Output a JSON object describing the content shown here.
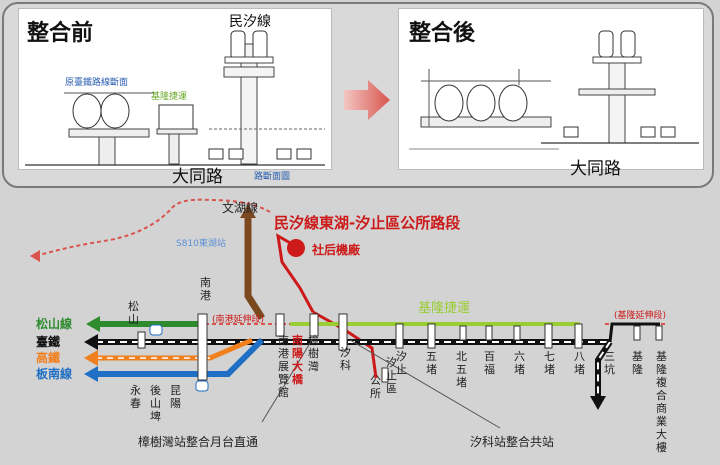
{
  "before": {
    "title": "整合前",
    "top_line_label": "民汐線",
    "left_section_label": "原臺鐵路線斷面",
    "keelung_label": "基隆捷運",
    "road_label": "大同路",
    "road_section_label": "路斷面圖"
  },
  "after": {
    "title": "整合後",
    "road_label": "大同路"
  },
  "colors": {
    "minxi": "#cc1a1a",
    "keelung": "#9acd32",
    "songshan": "#2e8b2e",
    "tra": "#111111",
    "hsr": "#f07f1e",
    "bannan": "#1f6fc4",
    "wenhu": "#7a4a1e",
    "arrow": "#d9544d"
  },
  "map": {
    "title": "民汐線東湖-汐止區公所路段",
    "wenhu_label": "文湖線",
    "depot_label": "社后機廠",
    "s810_label": "S810東湖站",
    "keelung_mrt_label": "基隆捷運",
    "nangang_ext_label": "(南港延伸段)",
    "keelung_ext_label": "(基隆延伸段)",
    "legend": [
      {
        "label": "松山線",
        "color_key": "songshan"
      },
      {
        "label": "臺鐵",
        "color_key": "tra"
      },
      {
        "label": "高鐵",
        "color_key": "hsr"
      },
      {
        "label": "板南線",
        "color_key": "bannan"
      }
    ],
    "stations_top": [
      {
        "label": "松山"
      },
      {
        "label": "南港"
      }
    ],
    "stations_bottom": [
      {
        "label": "永春"
      },
      {
        "label": "後山埤"
      },
      {
        "label": "昆陽"
      },
      {
        "label": "南港展覽館"
      },
      {
        "label": "南陽大橋"
      },
      {
        "label": "樟樹灣"
      },
      {
        "label": "汐科"
      },
      {
        "label": "公所"
      },
      {
        "label": "汐止區"
      },
      {
        "label": "汐止"
      },
      {
        "label": "五堵"
      },
      {
        "label": "北五堵"
      },
      {
        "label": "百福"
      },
      {
        "label": "六堵"
      },
      {
        "label": "七堵"
      },
      {
        "label": "八堵"
      },
      {
        "label": "三坑"
      },
      {
        "label": "基隆"
      },
      {
        "label": "基隆複合商業大樓"
      }
    ],
    "annotations": [
      {
        "label": "樟樹灣站整合月台直通"
      },
      {
        "label": "汐科站整合共站"
      }
    ]
  }
}
